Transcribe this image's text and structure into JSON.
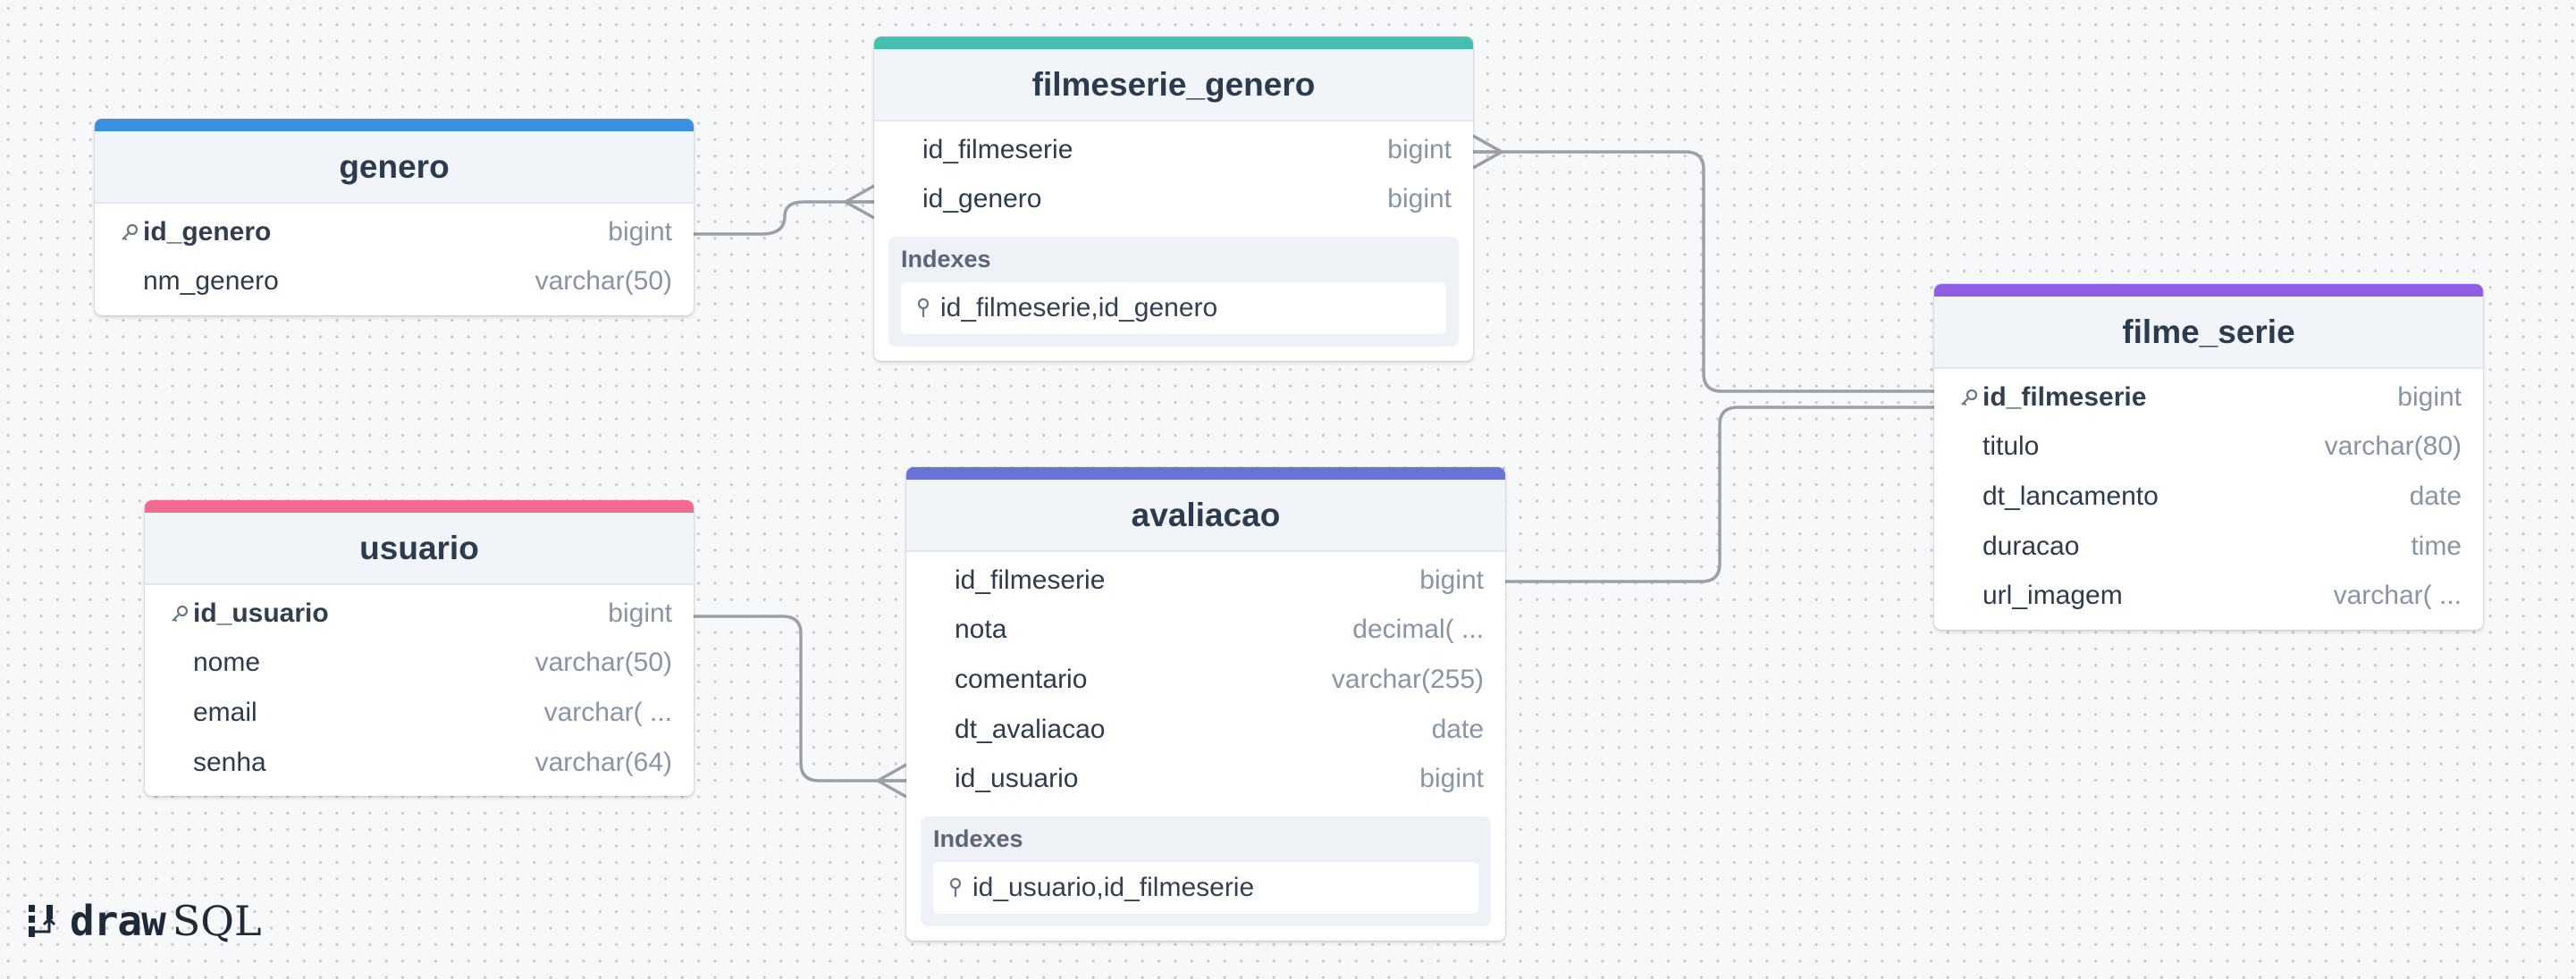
{
  "tables": {
    "genero": {
      "name": "genero",
      "color": "#3d8fe0",
      "columns": [
        {
          "name": "id_genero",
          "type": "bigint",
          "pk": true
        },
        {
          "name": "nm_genero",
          "type": "varchar(50)",
          "pk": false
        }
      ]
    },
    "filmeserie_genero": {
      "name": "filmeserie_genero",
      "color": "#45c0ae",
      "columns": [
        {
          "name": "id_filmeserie",
          "type": "bigint",
          "pk": false
        },
        {
          "name": "id_genero",
          "type": "bigint",
          "pk": false
        }
      ],
      "indexes_label": "Indexes",
      "indexes": [
        "id_filmeserie,id_genero"
      ]
    },
    "filme_serie": {
      "name": "filme_serie",
      "color": "#8f5fe3",
      "columns": [
        {
          "name": "id_filmeserie",
          "type": "bigint",
          "pk": true
        },
        {
          "name": "titulo",
          "type": "varchar(80)",
          "pk": false
        },
        {
          "name": "dt_lancamento",
          "type": "date",
          "pk": false
        },
        {
          "name": "duracao",
          "type": "time",
          "pk": false
        },
        {
          "name": "url_imagem",
          "type": "varchar( ...",
          "pk": false
        }
      ]
    },
    "usuario": {
      "name": "usuario",
      "color": "#f06a92",
      "columns": [
        {
          "name": "id_usuario",
          "type": "bigint",
          "pk": true
        },
        {
          "name": "nome",
          "type": "varchar(50)",
          "pk": false
        },
        {
          "name": "email",
          "type": "varchar( ...",
          "pk": false
        },
        {
          "name": "senha",
          "type": "varchar(64)",
          "pk": false
        }
      ]
    },
    "avaliacao": {
      "name": "avaliacao",
      "color": "#6b74d6",
      "columns": [
        {
          "name": "id_filmeserie",
          "type": "bigint",
          "pk": false
        },
        {
          "name": "nota",
          "type": "decimal( ...",
          "pk": false
        },
        {
          "name": "comentario",
          "type": "varchar(255)",
          "pk": false
        },
        {
          "name": "dt_avaliacao",
          "type": "date",
          "pk": false
        },
        {
          "name": "id_usuario",
          "type": "bigint",
          "pk": false
        }
      ],
      "indexes_label": "Indexes",
      "indexes": [
        "id_usuario,id_filmeserie"
      ]
    }
  },
  "relationships": [
    {
      "from": "genero.id_genero",
      "to": "filmeserie_genero.id_genero",
      "type": "one-to-many"
    },
    {
      "from": "filme_serie.id_filmeserie",
      "to": "filmeserie_genero.id_filmeserie",
      "type": "one-to-many"
    },
    {
      "from": "filme_serie.id_filmeserie",
      "to": "avaliacao.id_filmeserie",
      "type": "one-to-one"
    },
    {
      "from": "usuario.id_usuario",
      "to": "avaliacao.id_usuario",
      "type": "one-to-many"
    }
  ],
  "logo": {
    "part1": "draw",
    "part2": "SQL"
  },
  "line_color": "#9b9fa6",
  "icons": {
    "primary_key": "key-icon",
    "index": "index-key-icon"
  }
}
